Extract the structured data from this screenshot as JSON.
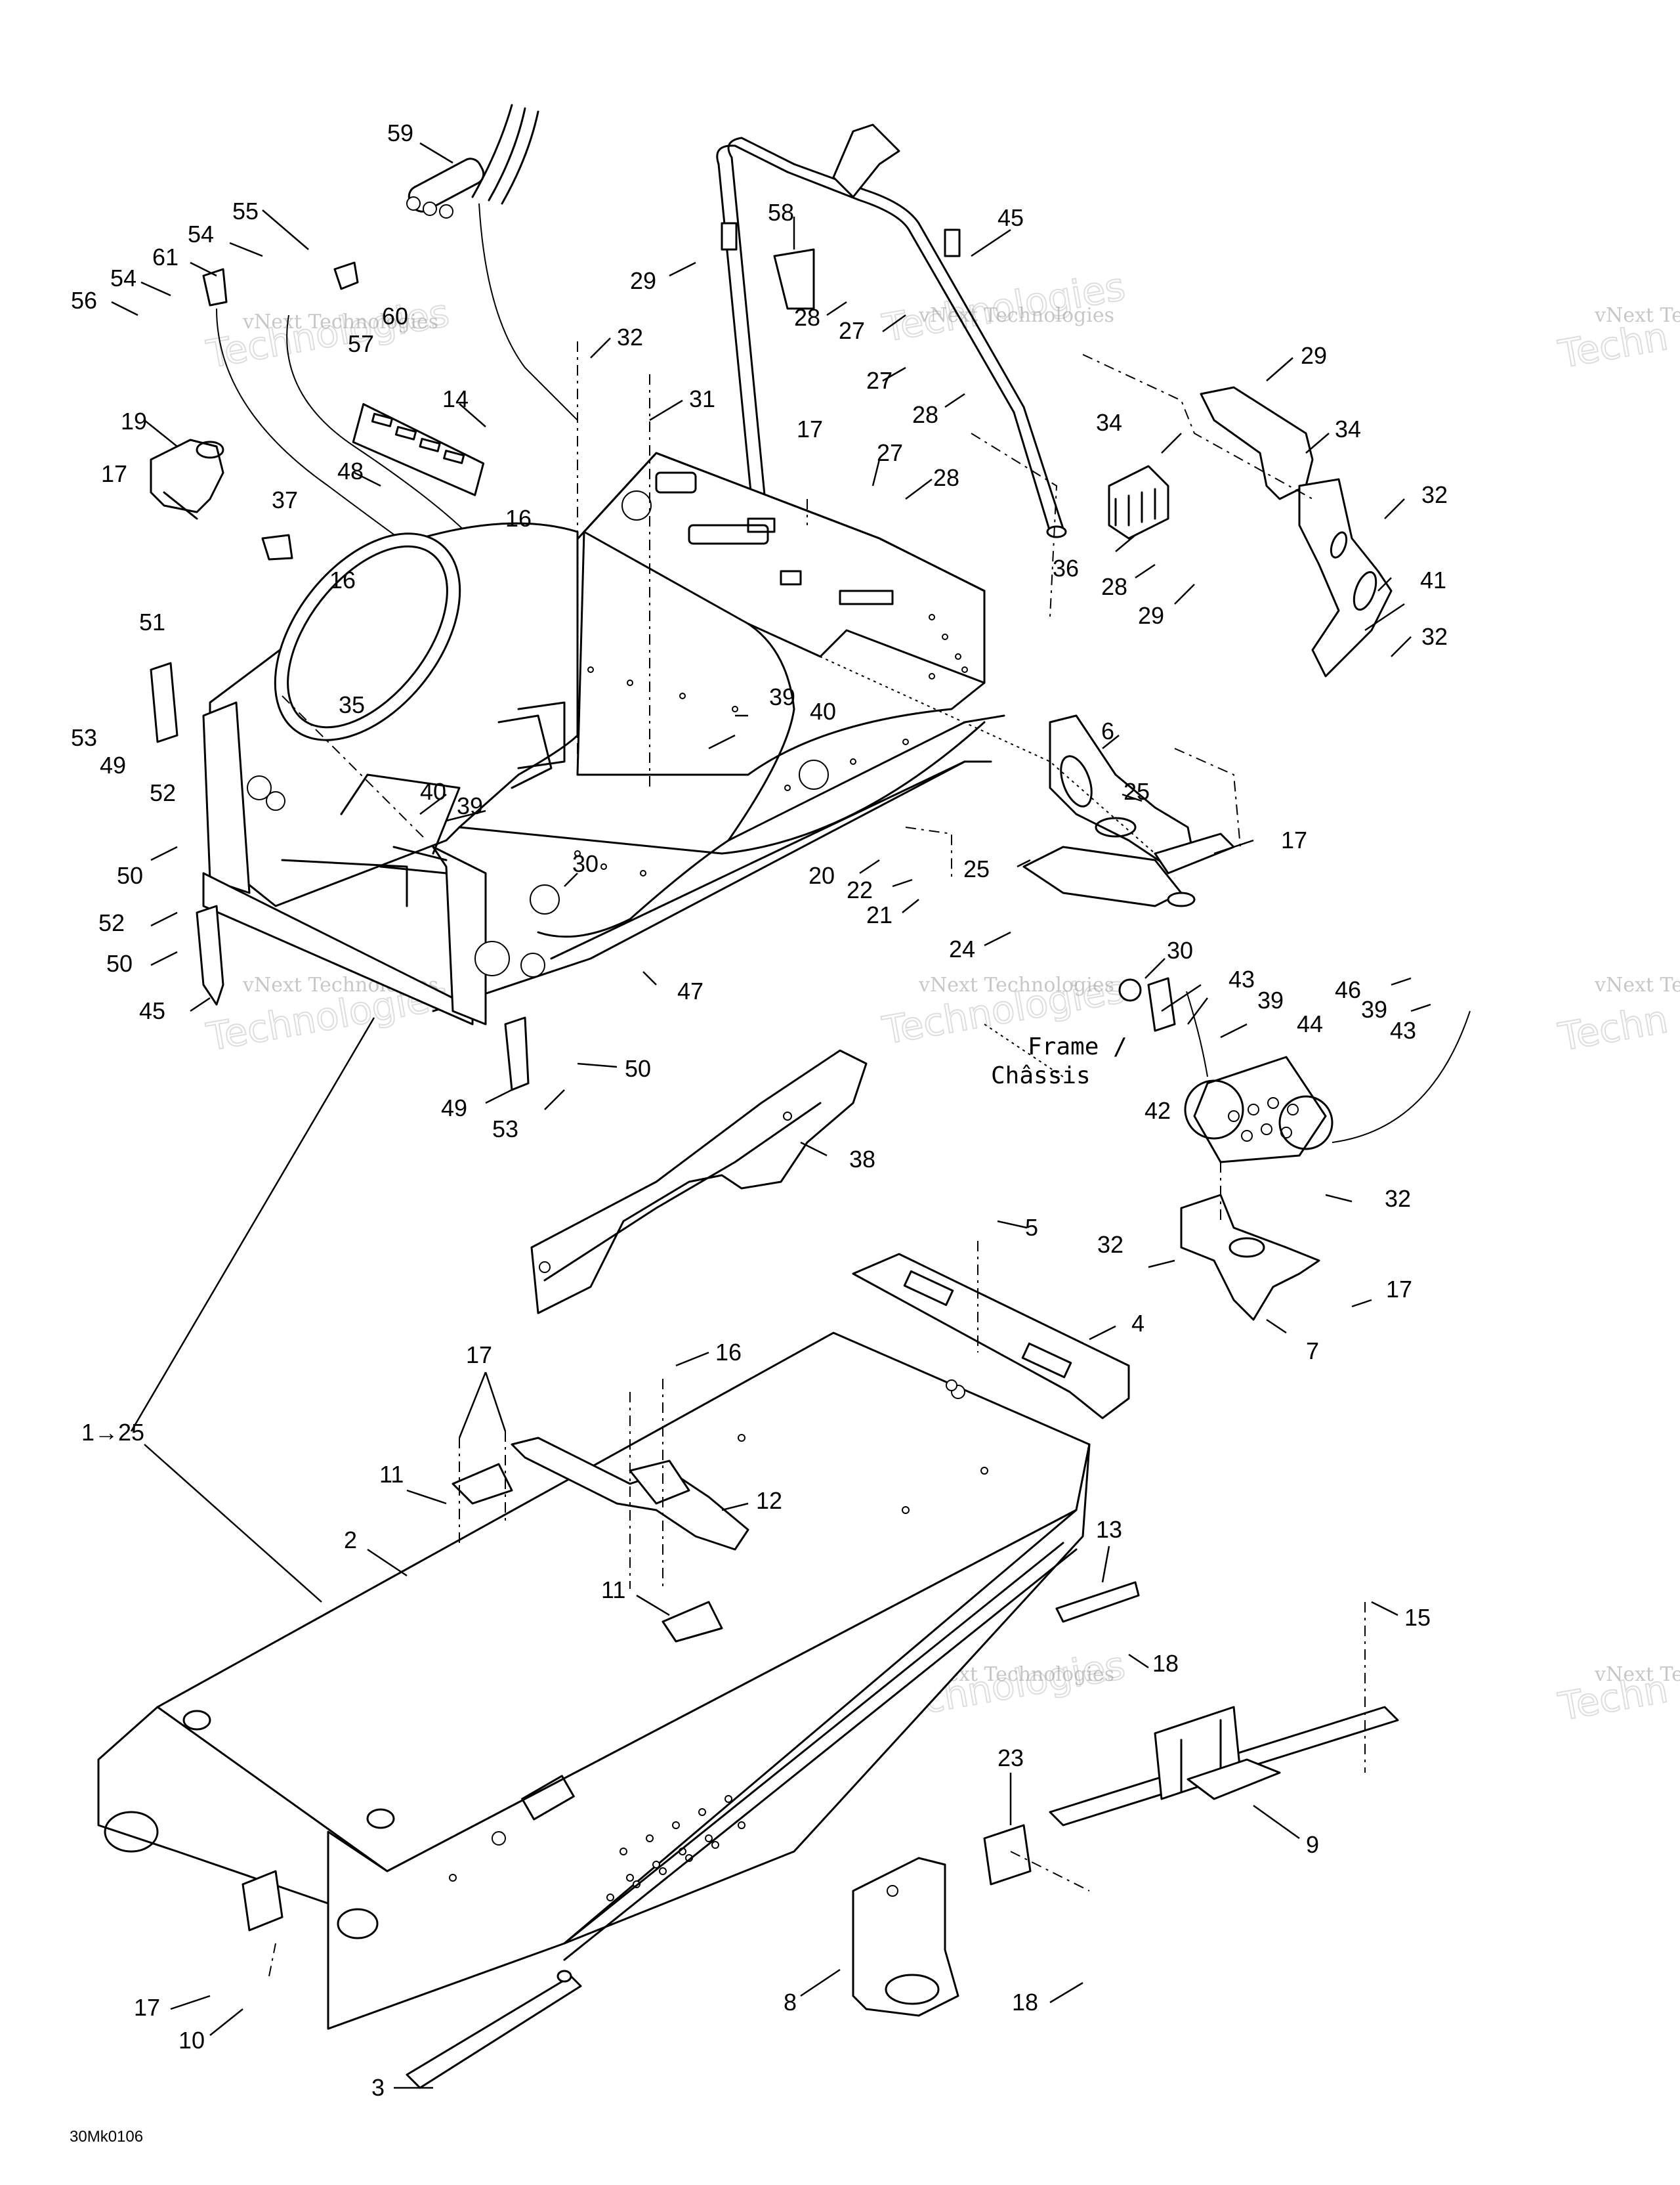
{
  "labels": {
    "p59": "59",
    "p55": "55",
    "p54a": "54",
    "p54b": "54",
    "p61": "61",
    "p56": "56",
    "p60": "60",
    "p57": "57",
    "p58": "58",
    "p45a": "45",
    "p29a": "29",
    "p28a": "28",
    "p27a": "27",
    "p27b": "27",
    "p28b": "28",
    "p32a": "32",
    "p31": "31",
    "p14": "14",
    "p48": "48",
    "p16a": "16",
    "p19": "19",
    "p17a": "17",
    "p37": "37",
    "p16b": "16",
    "p17b": "17",
    "p27c": "27",
    "p28c": "28",
    "p29b": "29",
    "p34a": "34",
    "p34b": "34",
    "p32b": "32",
    "p36": "36",
    "p28d": "28",
    "p29c": "29",
    "p41": "41",
    "p32c": "32",
    "p51": "51",
    "p35": "35",
    "p39a": "39",
    "p40a": "40",
    "p53a": "53",
    "p49a": "49",
    "p52a": "52",
    "p6": "6",
    "p25a": "25",
    "p17c": "17",
    "p40b": "40",
    "p39b": "39",
    "p50a": "50",
    "p20": "20",
    "p22": "22",
    "p25b": "25",
    "p21": "21",
    "p52b": "52",
    "p30a": "30",
    "p24": "24",
    "p50b": "50",
    "p45b": "45",
    "p47": "47",
    "p30b": "30",
    "p43a": "43",
    "p39c": "39",
    "p44": "44",
    "p46": "46",
    "p39d": "39",
    "p43b": "43",
    "p49b": "49",
    "p50c": "50",
    "p53b": "53",
    "p42": "42",
    "p38": "38",
    "p32d": "32",
    "p5": "5",
    "p32e": "32",
    "p17d": "17",
    "p7": "7",
    "p4": "4",
    "p17e": "17",
    "p16c": "16",
    "p1to25": "1→25",
    "p11a": "11",
    "p12": "12",
    "p2": "2",
    "p11b": "11",
    "p13": "13",
    "p15": "15",
    "p18a": "18",
    "p23": "23",
    "p9": "9",
    "p8": "8",
    "p18b": "18",
    "p17f": "17",
    "p10": "10",
    "p3": "3"
  },
  "frame_note": {
    "line1": "Frame /",
    "line2": "Châssis"
  },
  "figure_code": "30Mk0106",
  "watermark": {
    "line1": "vNext Technologies",
    "line2": "Technologies",
    "line3": "vNext",
    "partial1": "vNe",
    "partial2": "vNext Te",
    "partial3": "Techn"
  }
}
